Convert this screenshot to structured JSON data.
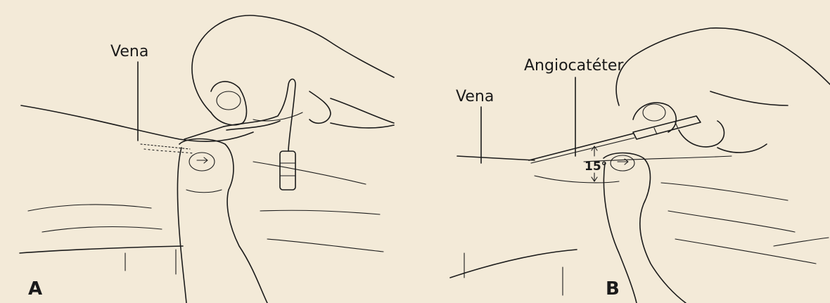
{
  "panel_a": {
    "letter": "A",
    "vein_label": "Vena"
  },
  "panel_b": {
    "letter": "B",
    "vein_label": "Vena",
    "catheter_label": "Angiocatéter",
    "angle_label": "15°"
  }
}
